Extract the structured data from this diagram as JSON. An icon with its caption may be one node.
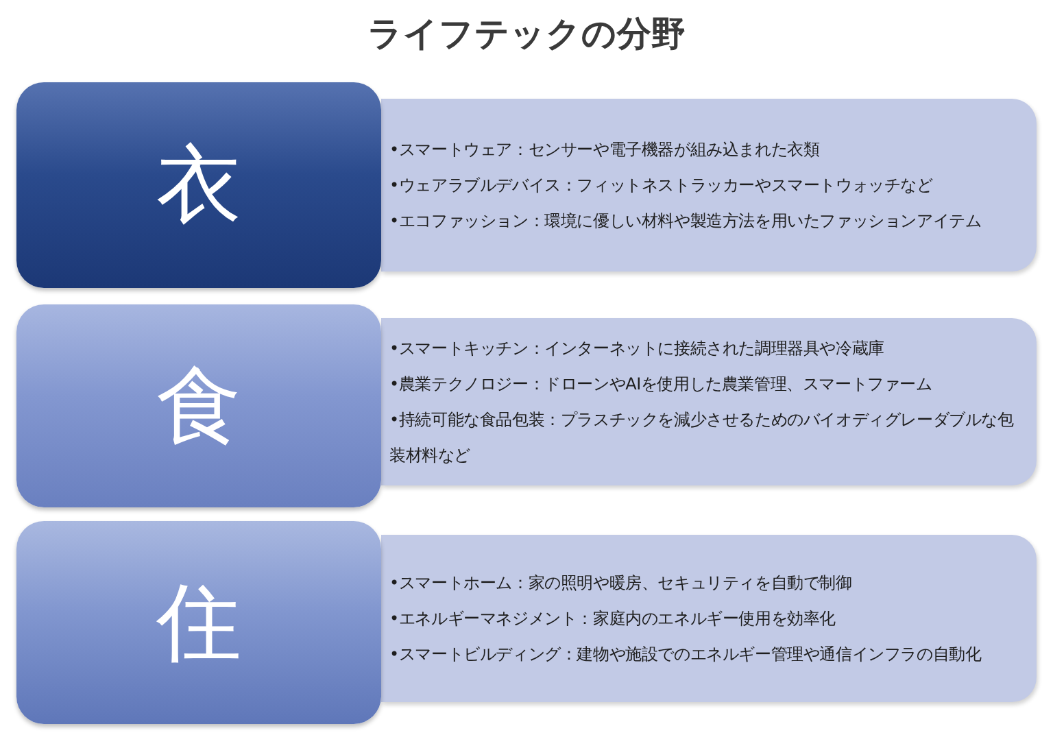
{
  "diagram": {
    "title": "ライフテックの分野",
    "nodes": [
      {
        "text": [
          "衣"
        ]
      },
      {
        "text": [
          "•スマートウェア：センサーや電子機器が組み込まれた衣類",
          "•ウェアラブルデバイス：フィットネストラッカーやスマートウォッチなど",
          "•エコファッション：環境に優しい材料や製造方法を用いたファッションアイテム"
        ]
      },
      {
        "text": [
          "食"
        ]
      },
      {
        "text": [
          "•スマートキッチン：インターネットに接続された調理器具や冷蔵庫",
          "•農業テクノロジー：ドローンやAIを使用した農業管理、スマートファーム",
          "•持続可能な食品包装：プラスチックを減少させるためのバイオディグレーダブルな包装材料など"
        ]
      },
      {
        "text": [
          "住"
        ]
      },
      {
        "text": [
          "•スマートホーム：家の照明や暖房、セキュリティを自動で制御",
          "•エネルギーマネジメント：家庭内のエネルギー使用を効率化",
          "•スマートビルディング：建物や施設でのエネルギー管理や通信インフラの自動化"
        ]
      }
    ]
  }
}
